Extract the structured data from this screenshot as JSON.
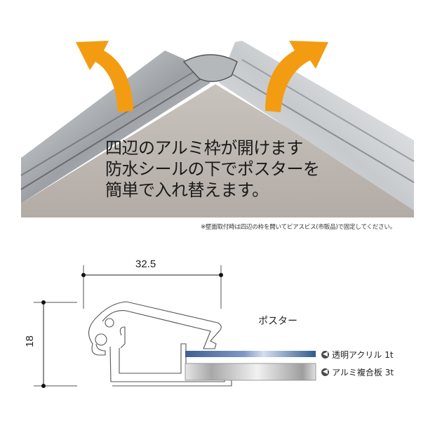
{
  "photo": {
    "headline_lines": [
      "四辺のアルミ枠が開けます",
      "防水シールの下でポスターを",
      "簡単で入れ替えます。"
    ],
    "arrow_color": "#f39c12",
    "frame_color": "#c8cacc",
    "panel_color": "#b8b1ab"
  },
  "note": "※壁面取付時は四辺の枠を開いてビアスビス(市販品)で固定してください。",
  "diagram": {
    "width_dimension": "32.5",
    "height_dimension": "18",
    "poster_label": "ポスター",
    "layers": [
      {
        "icon": "arrow-left-circle-icon",
        "label": "透明アクリル 1t",
        "color": "#4a6fa5"
      },
      {
        "icon": "arrow-left-circle-icon",
        "label": "アルミ複合板 3t",
        "color": "#b0b0b0"
      }
    ]
  }
}
